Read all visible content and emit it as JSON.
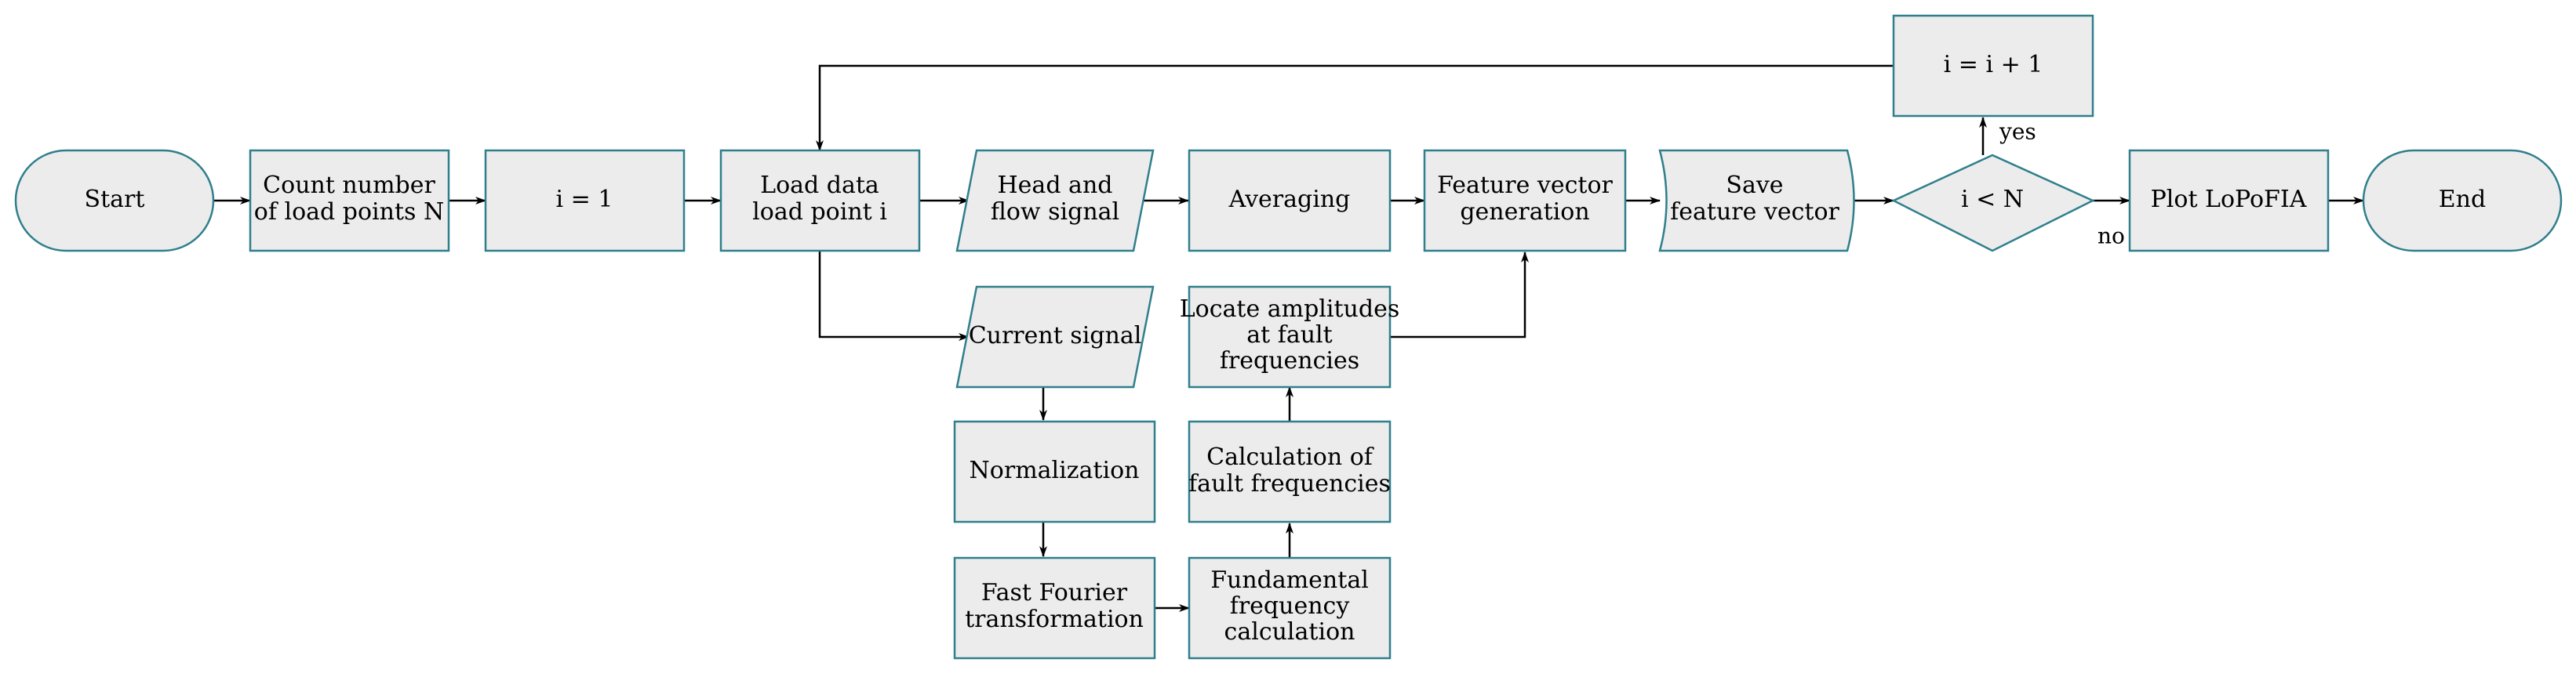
{
  "diagram": {
    "nodes": {
      "start": "Start",
      "count": [
        "Count number",
        "of load points N"
      ],
      "init": "i = 1",
      "load": [
        "Load data",
        "load point i"
      ],
      "head_flow": [
        "Head and",
        "flow signal"
      ],
      "averaging": "Averaging",
      "feature_gen": [
        "Feature vector",
        "generation"
      ],
      "save": [
        "Save",
        "feature vector"
      ],
      "decision": "i < N",
      "increment": "i = i + 1",
      "plot": "Plot LoPoFIA",
      "end": "End",
      "current": "Current signal",
      "normalization": "Normalization",
      "fft": [
        "Fast Fourier",
        "transformation"
      ],
      "fundamental": [
        "Fundamental",
        "frequency",
        "calculation"
      ],
      "calc_fault": [
        "Calculation of",
        "fault frequencies"
      ],
      "locate": [
        "Locate amplitudes",
        "at fault",
        "frequencies"
      ]
    },
    "edge_labels": {
      "yes": "yes",
      "no": "no"
    }
  }
}
